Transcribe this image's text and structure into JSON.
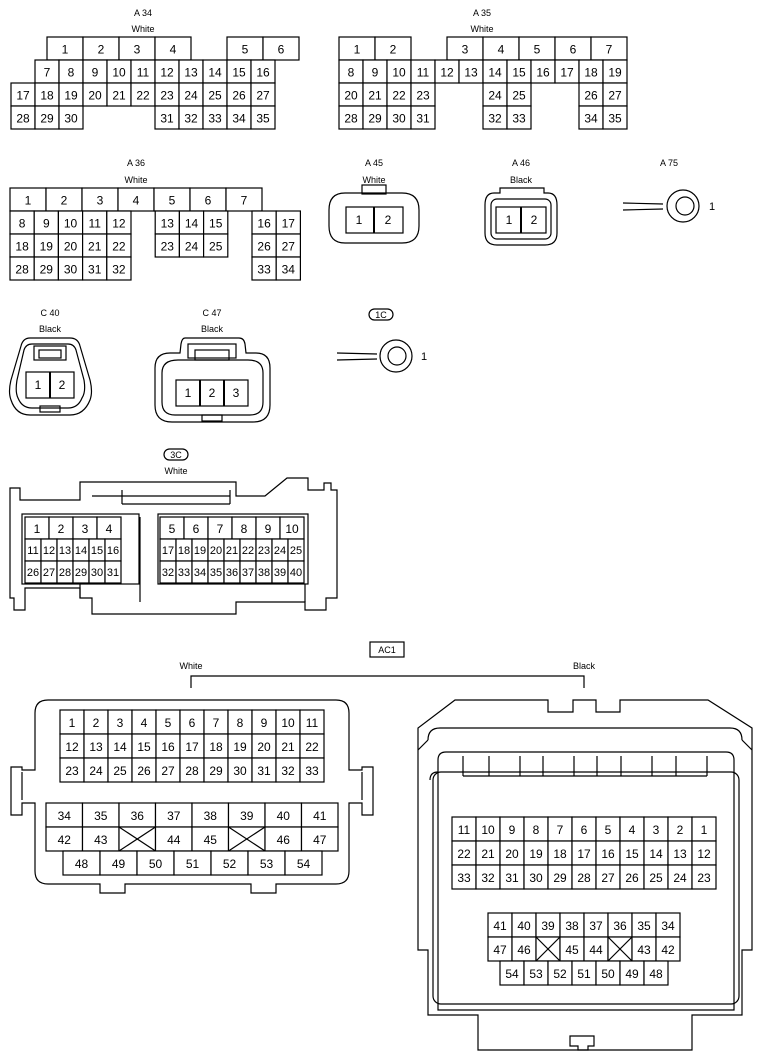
{
  "connectors": {
    "a34": {
      "code": "A 34",
      "color": "White"
    },
    "a35": {
      "code": "A 35",
      "color": "White"
    },
    "a36": {
      "code": "A 36",
      "color": "White"
    },
    "a45": {
      "code": "A 45",
      "color": "White",
      "pins": [
        "1",
        "2"
      ]
    },
    "a46": {
      "code": "A 46",
      "color": "Black",
      "pins": [
        "1",
        "2"
      ]
    },
    "a75": {
      "code": "A 75",
      "pin": "1"
    },
    "c40": {
      "code": "C 40",
      "color": "Black",
      "pins": [
        "1",
        "2"
      ]
    },
    "c47": {
      "code": "C 47",
      "color": "Black",
      "pins": [
        "1",
        "2",
        "3"
      ]
    },
    "j1c": {
      "code": "1C",
      "pin": "1"
    },
    "j3c": {
      "code": "3C",
      "color": "White"
    },
    "ac1": {
      "code": "AC1",
      "left_color": "White",
      "right_color": "Black"
    }
  }
}
